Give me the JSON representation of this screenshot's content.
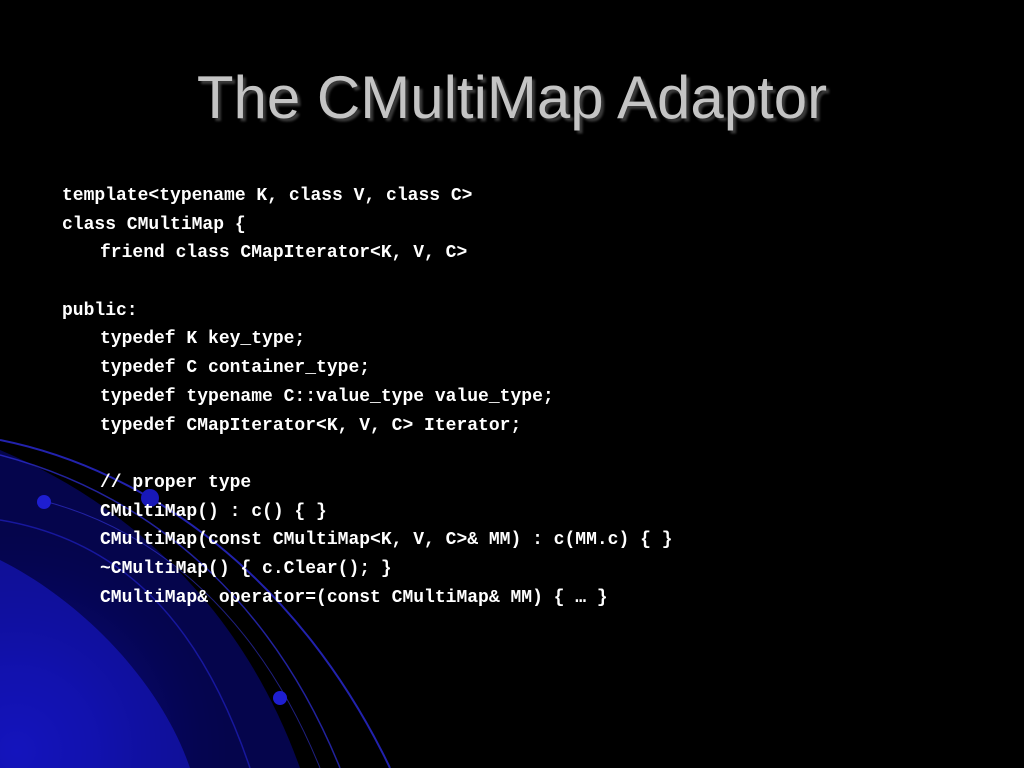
{
  "slide": {
    "title": "The CMultiMap Adaptor",
    "code_lines": [
      {
        "text": "template<typename K, class V, class C>",
        "indent": 0
      },
      {
        "text": "class CMultiMap {",
        "indent": 0
      },
      {
        "text": "friend class CMapIterator<K, V, C>",
        "indent": 1
      },
      {
        "text": "",
        "indent": 0
      },
      {
        "text": "public:",
        "indent": 0
      },
      {
        "text": "typedef K key_type;",
        "indent": 1
      },
      {
        "text": "typedef C container_type;",
        "indent": 1
      },
      {
        "text": "typedef typename C::value_type value_type;",
        "indent": 1
      },
      {
        "text": "typedef CMapIterator<K, V, C> Iterator;",
        "indent": 1
      },
      {
        "text": "",
        "indent": 0
      },
      {
        "text": "// proper type",
        "indent": 1
      },
      {
        "text": "CMultiMap() : c() { }",
        "indent": 1
      },
      {
        "text": "CMultiMap(const CMultiMap<K, V, C>& MM) : c(MM.c) { }",
        "indent": 1
      },
      {
        "text": "~CMultiMap() { c.Clear(); }",
        "indent": 1
      },
      {
        "text": "CMultiMap& operator=(const CMultiMap& MM) { … }",
        "indent": 1
      }
    ]
  },
  "colors": {
    "background": "#000000",
    "title": "#c4c4c4",
    "code_text": "#ffffff",
    "decor_blue": "#1a1ad6"
  }
}
